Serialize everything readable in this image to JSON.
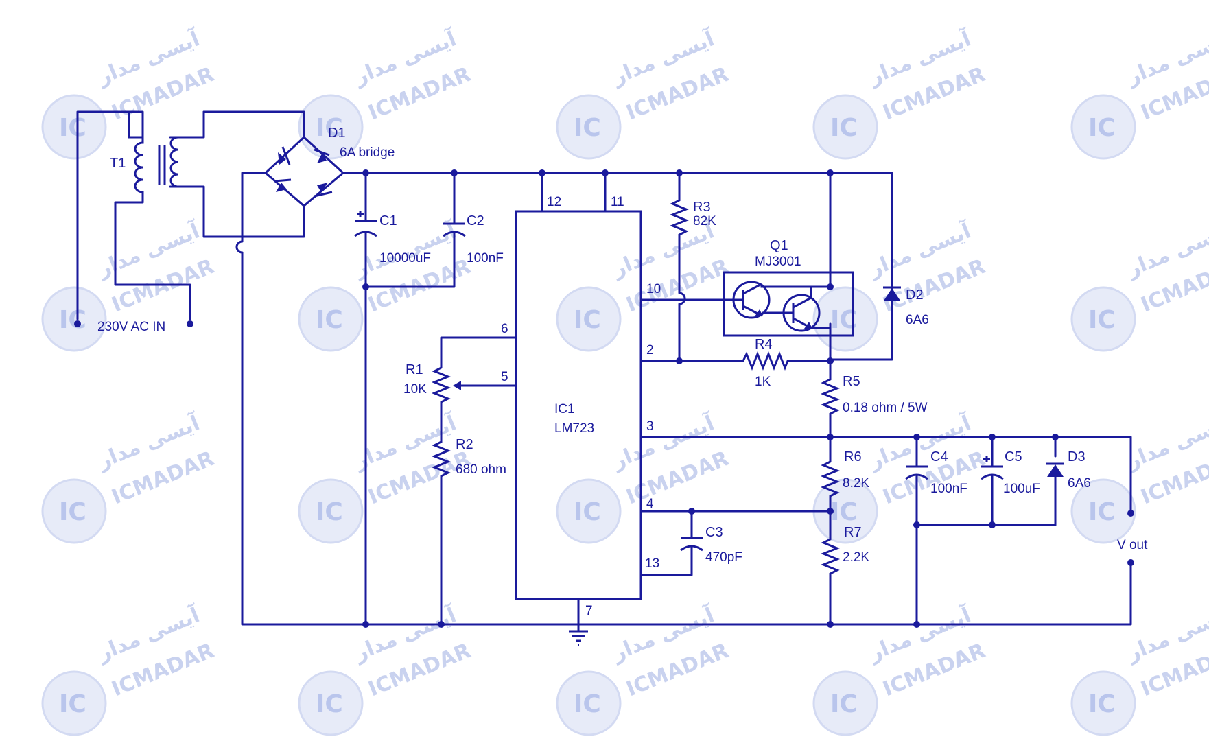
{
  "watermark": {
    "brand": "ICMADAR",
    "persian": "آیسی مدار",
    "logo": "IC"
  },
  "transformer": {
    "ref": "T1",
    "input": "230V AC IN"
  },
  "bridge": {
    "ref": "D1",
    "value": "6A bridge"
  },
  "capacitors": {
    "c1": {
      "ref": "C1",
      "value": "10000uF"
    },
    "c2": {
      "ref": "C2",
      "value": "100nF"
    },
    "c3": {
      "ref": "C3",
      "value": "470pF"
    },
    "c4": {
      "ref": "C4",
      "value": "100nF"
    },
    "c5": {
      "ref": "C5",
      "value": "100uF"
    }
  },
  "resistors": {
    "r1": {
      "ref": "R1",
      "value": "10K"
    },
    "r2": {
      "ref": "R2",
      "value": "680 ohm"
    },
    "r3": {
      "ref": "R3",
      "value": "82K"
    },
    "r4": {
      "ref": "R4",
      "value": "1K"
    },
    "r5": {
      "ref": "R5",
      "value": "0.18 ohm / 5W"
    },
    "r6": {
      "ref": "R6",
      "value": "8.2K"
    },
    "r7": {
      "ref": "R7",
      "value": "2.2K"
    }
  },
  "ic": {
    "ref": "IC1",
    "part": "LM723",
    "pins": [
      "12",
      "11",
      "10",
      "2",
      "3",
      "4",
      "13",
      "6",
      "5",
      "7"
    ]
  },
  "transistor": {
    "ref": "Q1",
    "part": "MJ3001"
  },
  "diodes": {
    "d2": {
      "ref": "D2",
      "value": "6A6"
    },
    "d3": {
      "ref": "D3",
      "value": "6A6"
    }
  },
  "output": {
    "label": "V out"
  }
}
